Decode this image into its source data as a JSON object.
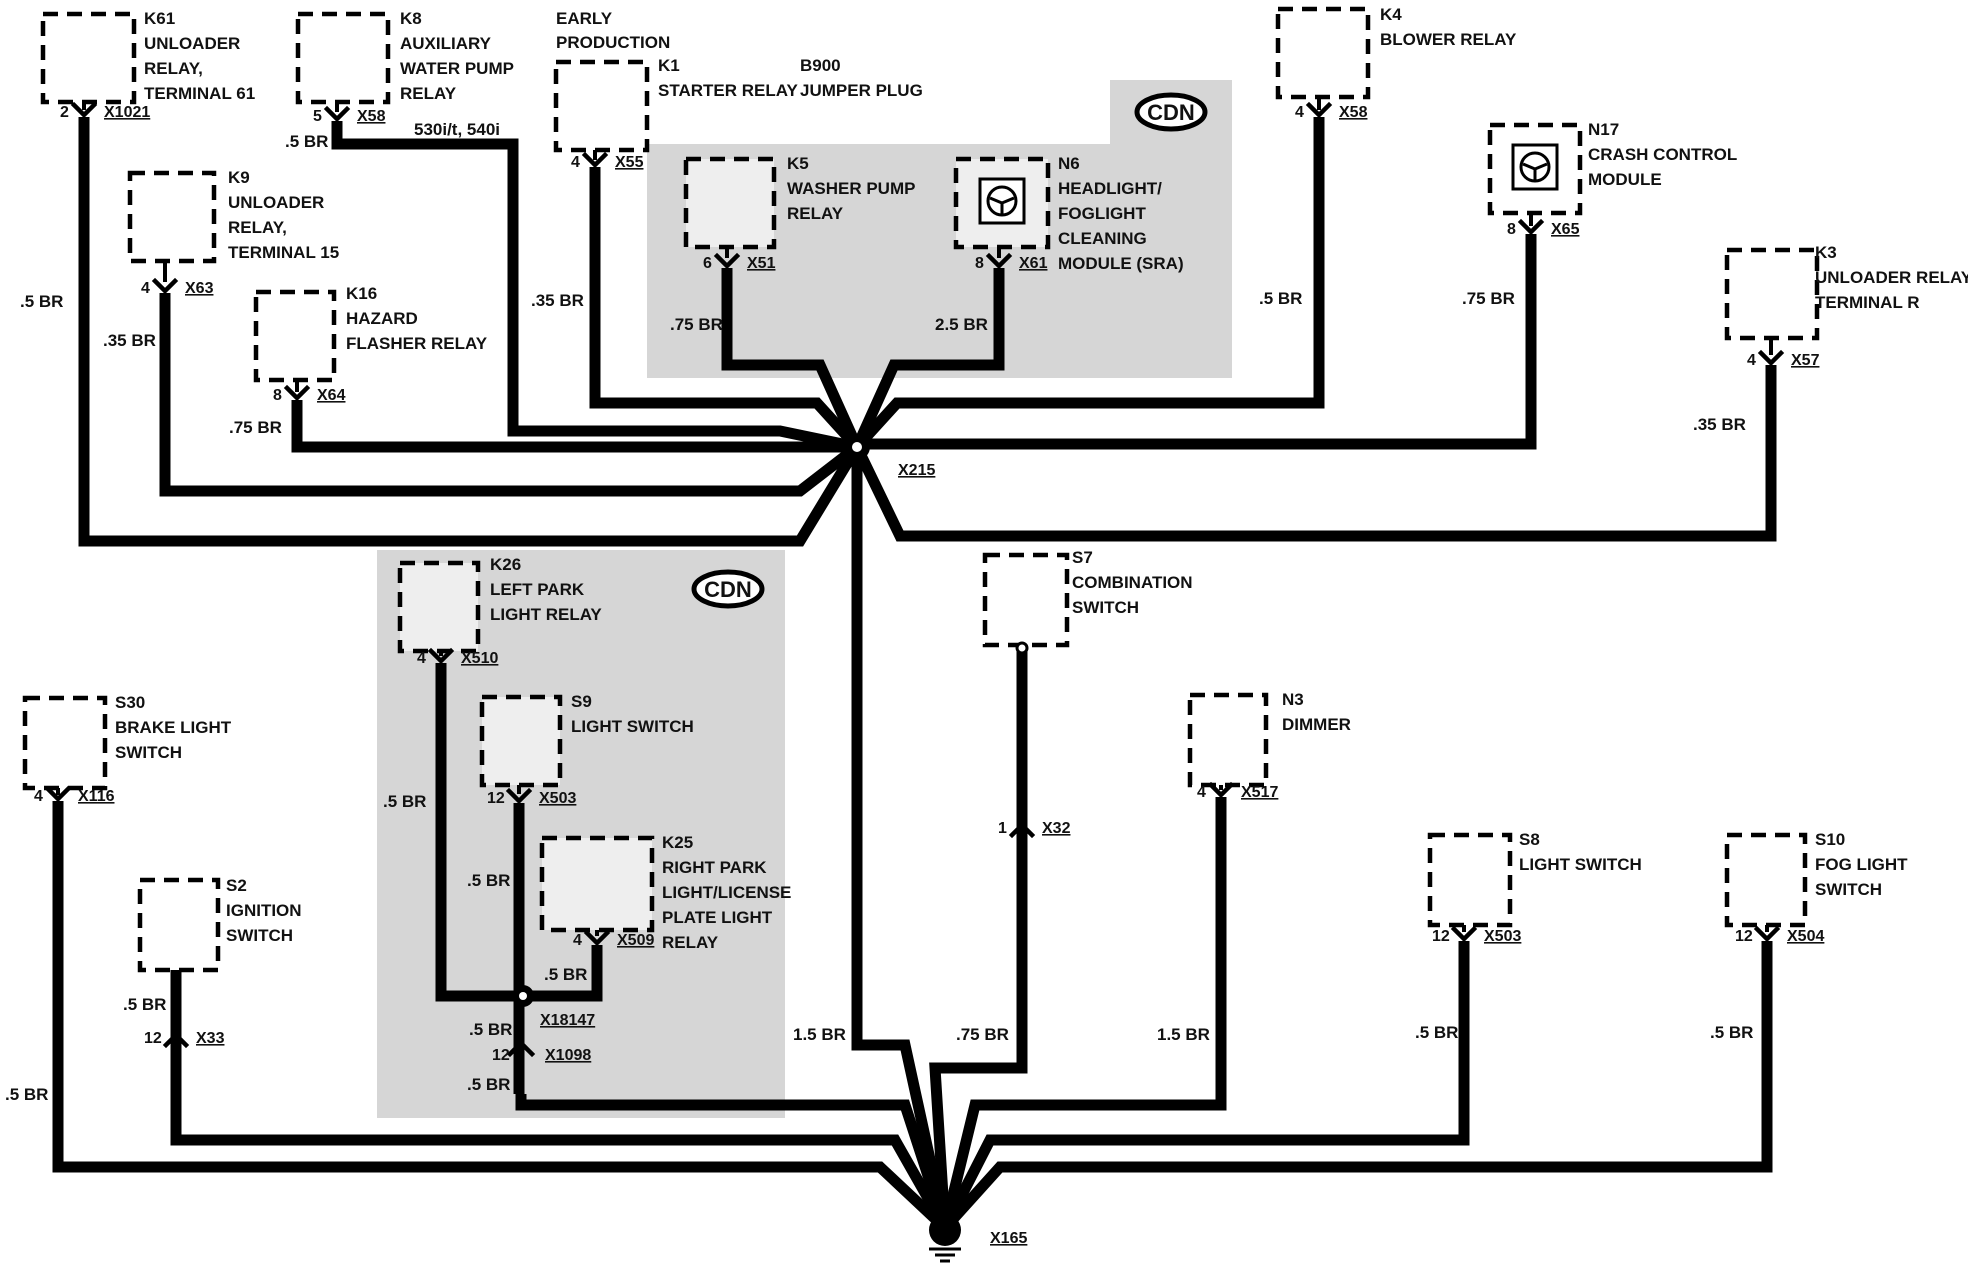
{
  "cdn_label": "CDN",
  "annotations": {
    "early_production": [
      "EARLY",
      "PRODUCTION"
    ],
    "b900": [
      "B900",
      "JUMPER PLUG"
    ],
    "model_note": "530i/t, 540i"
  },
  "components": {
    "k61": {
      "id": "K61",
      "lines": [
        "UNLOADER",
        "RELAY,",
        "TERMINAL 61"
      ],
      "pin": "2",
      "conn": "X1021"
    },
    "k8": {
      "id": "K8",
      "lines": [
        "AUXILIARY",
        "WATER PUMP",
        "RELAY"
      ],
      "pin": "5",
      "conn": "X58"
    },
    "k1": {
      "id": "K1",
      "lines": [
        "STARTER RELAY"
      ],
      "pin": "4",
      "conn": "X55"
    },
    "k5": {
      "id": "K5",
      "lines": [
        "WASHER PUMP",
        "RELAY"
      ],
      "pin": "6",
      "conn": "X51"
    },
    "n6": {
      "id": "N6",
      "lines": [
        "HEADLIGHT/",
        "FOGLIGHT",
        "CLEANING",
        "MODULE (SRA)"
      ],
      "pin": "8",
      "conn": "X61"
    },
    "k4": {
      "id": "K4",
      "lines": [
        "BLOWER RELAY"
      ],
      "pin": "4",
      "conn": "X58"
    },
    "n17": {
      "id": "N17",
      "lines": [
        "CRASH CONTROL",
        "MODULE"
      ],
      "pin": "8",
      "conn": "X65"
    },
    "k3": {
      "id": "K3",
      "lines": [
        "UNLOADER RELAY,",
        "TERMINAL R"
      ],
      "pin": "4",
      "conn": "X57"
    },
    "k9": {
      "id": "K9",
      "lines": [
        "UNLOADER",
        "RELAY,",
        "TERMINAL 15"
      ],
      "pin": "4",
      "conn": "X63"
    },
    "k16": {
      "id": "K16",
      "lines": [
        "HAZARD",
        "FLASHER RELAY"
      ],
      "pin": "8",
      "conn": "X64"
    },
    "k26": {
      "id": "K26",
      "lines": [
        "LEFT PARK",
        "LIGHT RELAY"
      ],
      "pin": "4",
      "conn": "X510"
    },
    "s9": {
      "id": "S9",
      "lines": [
        "LIGHT SWITCH"
      ],
      "pin": "12",
      "conn": "X503"
    },
    "k25": {
      "id": "K25",
      "lines": [
        "RIGHT PARK",
        "LIGHT/LICENSE",
        "PLATE LIGHT",
        "RELAY"
      ],
      "pin": "4",
      "conn": "X509"
    },
    "s7": {
      "id": "S7",
      "lines": [
        "COMBINATION",
        "SWITCH"
      ],
      "pin": "1",
      "conn": "X32"
    },
    "n3": {
      "id": "N3",
      "lines": [
        "DIMMER"
      ],
      "pin": "4",
      "conn": "X517"
    },
    "s30": {
      "id": "S30",
      "lines": [
        "BRAKE LIGHT",
        "SWITCH"
      ],
      "pin": "4",
      "conn": "X116"
    },
    "s2": {
      "id": "S2",
      "lines": [
        "IGNITION",
        "SWITCH"
      ],
      "pin": "12",
      "conn": "X33"
    },
    "s8": {
      "id": "S8",
      "lines": [
        "LIGHT SWITCH"
      ],
      "pin": "12",
      "conn": "X503"
    },
    "s10": {
      "id": "S10",
      "lines": [
        "FOG LIGHT",
        "SWITCH"
      ],
      "pin": "12",
      "conn": "X504"
    }
  },
  "splices": {
    "x215": "X215",
    "x18147": "X18147",
    "x1098_pin": "12",
    "x1098": "X1098"
  },
  "ground": "X165",
  "wire_labels": {
    "k61": ".5 BR",
    "k8": ".5 BR",
    "k1": ".35 BR",
    "k5": ".75 BR",
    "n6": "2.5 BR",
    "k4": ".5 BR",
    "n17": ".75 BR",
    "k3": ".35 BR",
    "k9": ".35 BR",
    "k16": ".75 BR",
    "k26": ".5 BR",
    "s9": ".5 BR",
    "k25": ".5 BR",
    "x18147_out": ".5 BR",
    "x1098_out": ".5 BR",
    "x215_down": "1.5 BR",
    "s7": ".75 BR",
    "n3": "1.5 BR",
    "s30": ".5 BR",
    "s2": ".5 BR",
    "s8": ".5 BR",
    "s10": ".5 BR"
  }
}
